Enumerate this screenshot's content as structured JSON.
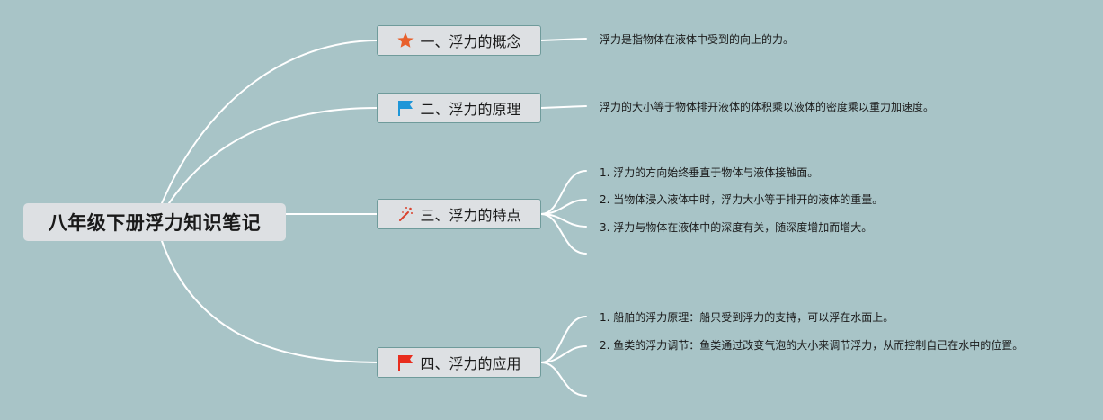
{
  "root": {
    "title": "八年级下册浮力知识笔记"
  },
  "branches": [
    {
      "title": "一、浮力的概念",
      "icon": "star-icon",
      "icon_color": "#e8602c",
      "leaves": [
        "浮力是指物体在液体中受到的向上的力。"
      ]
    },
    {
      "title": "二、浮力的原理",
      "icon": "flag-icon",
      "icon_color": "#1e96d8",
      "leaves": [
        "浮力的大小等于物体排开液体的体积乘以液体的密度乘以重力加速度。"
      ]
    },
    {
      "title": "三、浮力的特点",
      "icon": "magic-wand-icon",
      "icon_color": "#d9432f",
      "leaves": [
        "1. 浮力的方向始终垂直于物体与液体接触面。",
        "2. 当物体浸入液体中时，浮力大小等于排开的液体的重量。",
        "3. 浮力与物体在液体中的深度有关，随深度增加而增大。"
      ]
    },
    {
      "title": "四、浮力的应用",
      "icon": "flag-icon",
      "icon_color": "#e82d1e",
      "leaves": [
        "1. 船舶的浮力原理：船只受到浮力的支持，可以浮在水面上。",
        "2. 鱼类的浮力调节：鱼类通过改变气泡的大小来调节浮力，从而控制自己在水中的位置。"
      ]
    }
  ],
  "colors": {
    "background": "#a8c4c7",
    "connector": "#ffffff",
    "node_fill": "#dde0e3",
    "node_border": "#6f9b9b"
  }
}
